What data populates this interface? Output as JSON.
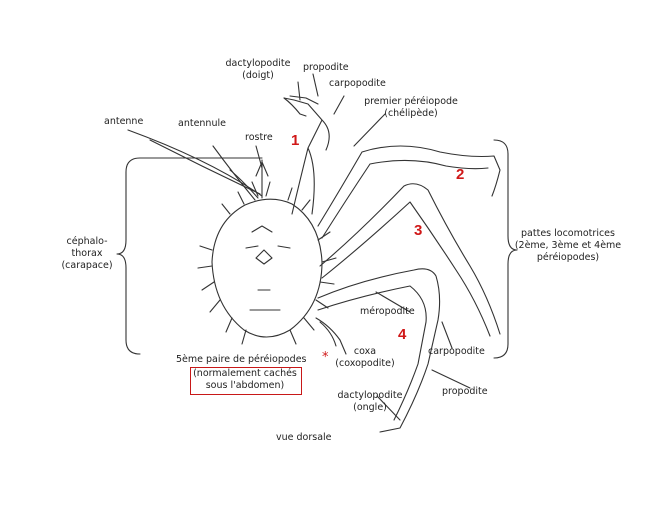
{
  "labels": {
    "dactylopodite_top": "dactylopodite",
    "doigt": "(doigt)",
    "propodite_top": "propodite",
    "carpopodite_top": "carpopodite",
    "premier_pereiopode": "premier péréiopode",
    "chelipede": "(chélipède)",
    "antenne": "antenne",
    "antennule": "antennule",
    "rostre": "rostre",
    "cephalo": "céphalo-",
    "thorax": "thorax",
    "carapace": "(carapace)",
    "pattes_1": "pattes locomotrices",
    "pattes_2": "(2ème, 3ème et 4ème",
    "pattes_3": "péréiopodes)",
    "meropodite": "méropodite",
    "carpopodite_right": "carpopodite",
    "coxa": "coxa",
    "coxopodite": "(coxopodite)",
    "propodite_bottom": "propodite",
    "dactylopodite_bottom": "dactylopodite",
    "ongle": "(ongle)",
    "cinquieme": "5ème paire de péréiopodes",
    "normalement": "(normalement cachés",
    "sous": "sous l'abdomen)",
    "vue_dorsale": "vue dorsale"
  },
  "numbers": {
    "n1": "1",
    "n2": "2",
    "n3": "3",
    "n4": "4",
    "star": "*"
  },
  "colors": {
    "annotation_red": "#d01818",
    "line": "#333333"
  }
}
